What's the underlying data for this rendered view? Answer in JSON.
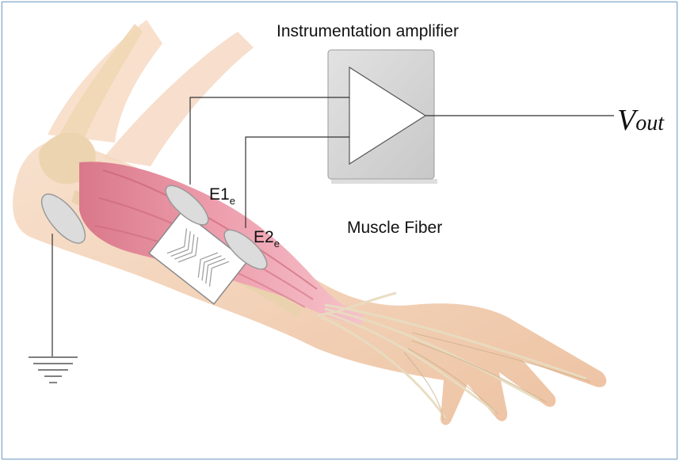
{
  "diagram": {
    "title": "Instrumentation amplifier",
    "region_label": "Muscle Fiber",
    "electrode_1": {
      "main": "E1",
      "subscript": "e"
    },
    "electrode_2": {
      "main": "E2",
      "subscript": "e"
    },
    "output": {
      "main": "V",
      "subscript": "out"
    }
  },
  "colors": {
    "skin": "#f2c9a8",
    "muscle": "#e8909e",
    "tendon": "#efe6c9",
    "electrode": "#dcdcdc",
    "amp_box": "#d4d4d4",
    "wire": "#333333",
    "frame": "#7fa6c9"
  },
  "icons": [
    "ground-symbol-icon",
    "amplifier-triangle-icon",
    "sensor-pad-icon",
    "electrode-icon"
  ]
}
